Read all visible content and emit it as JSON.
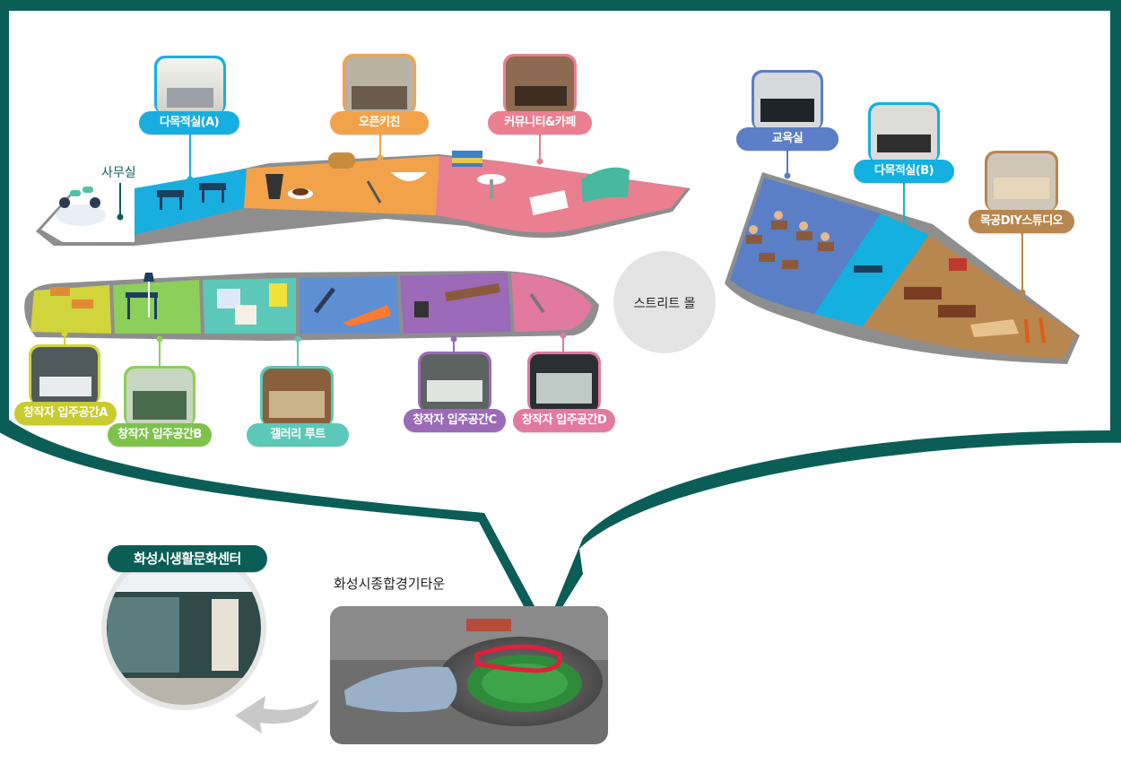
{
  "colors": {
    "frame": "#0b5e58",
    "office": "#ffffff",
    "multi_a": "#19aee0",
    "kitchen": "#f2a34a",
    "cafe": "#ea7f90",
    "yellow": "#d2d43c",
    "green": "#8ccf5a",
    "teal": "#5cc8b8",
    "blue": "#5d8fd2",
    "purple": "#9b6ab8",
    "pink": "#e27aa0",
    "edu": "#5a7fc6",
    "multi_b": "#14b0e0",
    "wood": "#b8864f"
  },
  "labels": {
    "office": "사무실",
    "multi_a": "다목적실(A)",
    "kitchen": "오픈키친",
    "cafe": "커뮤니티&카페",
    "edu": "교육실",
    "multi_b": "다목적실(B)",
    "diy": "목공DIY스튜디오",
    "street": "스트리트 몰",
    "studio_a": "창작자 입주공간A",
    "studio_b": "창작자 입주공간B",
    "gallery": "갤러리 루트",
    "studio_c": "창작자 입주공간C",
    "studio_d": "창작자 입주공간D",
    "center": "화성시생활문화센터",
    "stadium": "화성시종합경기타운"
  }
}
